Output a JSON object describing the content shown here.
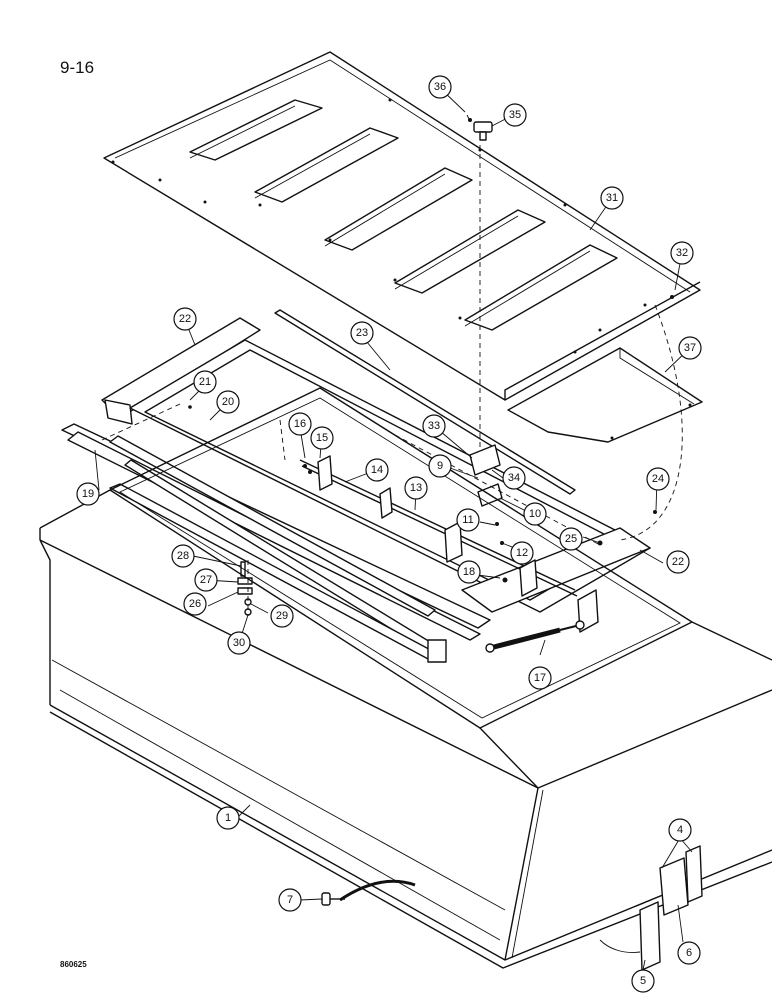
{
  "page_number": "9-16",
  "figure_code": "860625",
  "callouts": [
    {
      "id": "c1",
      "label": "1"
    },
    {
      "id": "c4",
      "label": "4"
    },
    {
      "id": "c5",
      "label": "5"
    },
    {
      "id": "c6",
      "label": "6"
    },
    {
      "id": "c7",
      "label": "7"
    },
    {
      "id": "c9",
      "label": "9"
    },
    {
      "id": "c10",
      "label": "10"
    },
    {
      "id": "c11",
      "label": "11"
    },
    {
      "id": "c12",
      "label": "12"
    },
    {
      "id": "c13",
      "label": "13"
    },
    {
      "id": "c14",
      "label": "14"
    },
    {
      "id": "c15",
      "label": "15"
    },
    {
      "id": "c16",
      "label": "16"
    },
    {
      "id": "c17",
      "label": "17"
    },
    {
      "id": "c18",
      "label": "18"
    },
    {
      "id": "c19",
      "label": "19"
    },
    {
      "id": "c20",
      "label": "20"
    },
    {
      "id": "c21",
      "label": "21"
    },
    {
      "id": "c22a",
      "label": "22"
    },
    {
      "id": "c22b",
      "label": "22"
    },
    {
      "id": "c23",
      "label": "23"
    },
    {
      "id": "c24",
      "label": "24"
    },
    {
      "id": "c25",
      "label": "25"
    },
    {
      "id": "c26",
      "label": "26"
    },
    {
      "id": "c27",
      "label": "27"
    },
    {
      "id": "c28",
      "label": "28"
    },
    {
      "id": "c29",
      "label": "29"
    },
    {
      "id": "c30",
      "label": "30"
    },
    {
      "id": "c31",
      "label": "31"
    },
    {
      "id": "c32",
      "label": "32"
    },
    {
      "id": "c33",
      "label": "33"
    },
    {
      "id": "c34",
      "label": "34"
    },
    {
      "id": "c35",
      "label": "35"
    },
    {
      "id": "c36",
      "label": "36"
    },
    {
      "id": "c37",
      "label": "37"
    }
  ]
}
